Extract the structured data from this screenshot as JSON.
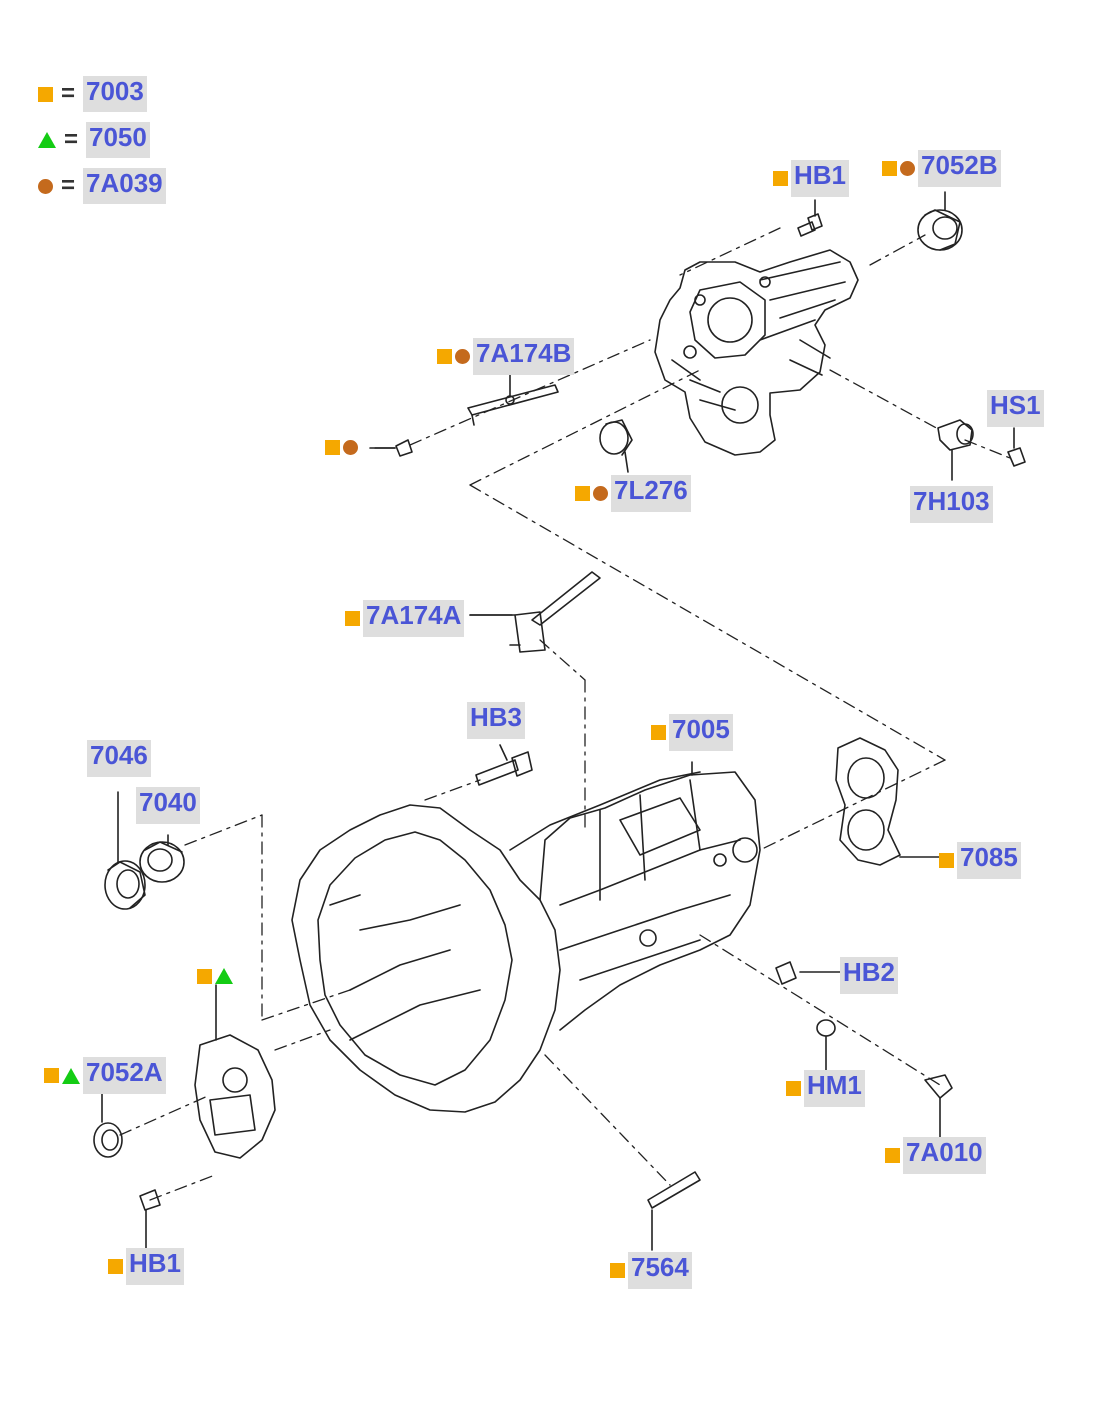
{
  "legend": [
    {
      "symbol": "square",
      "code": "7003"
    },
    {
      "symbol": "triangle",
      "code": "7050"
    },
    {
      "symbol": "circle",
      "code": "7A039"
    }
  ],
  "legend_eq": "=",
  "colors": {
    "square": "#f5a800",
    "triangle": "#14cc14",
    "circle": "#c46a1d",
    "label_text": "#4a55d6",
    "label_bg": "#dedede",
    "line": "#222222"
  },
  "callouts": {
    "hb1_top": "HB1",
    "c7052b": "7052B",
    "c7a174b": "7A174B",
    "bolt_sym_only": "",
    "c7l276": "7L276",
    "hs1": "HS1",
    "c7h103": "7H103",
    "c7a174a": "7A174A",
    "hb3": "HB3",
    "c7005": "7005",
    "c7046": "7046",
    "c7040": "7040",
    "c7085": "7085",
    "hb2": "HB2",
    "sym_only": "",
    "c7052a": "7052A",
    "hm1": "HM1",
    "c7a010": "7A010",
    "hb1_bottom": "HB1",
    "c7564": "7564"
  }
}
